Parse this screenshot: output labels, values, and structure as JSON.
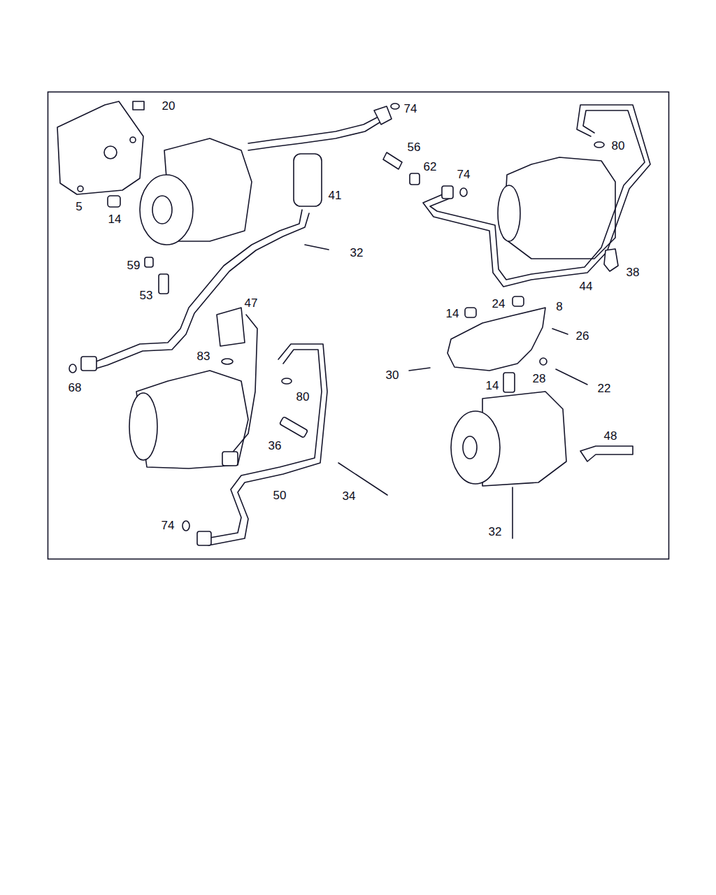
{
  "diagram": {
    "labels": [
      "20",
      "74",
      "56",
      "80",
      "62",
      "74",
      "5",
      "41",
      "14",
      "32",
      "59",
      "38",
      "44",
      "53",
      "47",
      "24",
      "8",
      "14",
      "26",
      "83",
      "30",
      "28",
      "14",
      "22",
      "68",
      "80",
      "36",
      "48",
      "50",
      "34",
      "74",
      "32"
    ]
  }
}
